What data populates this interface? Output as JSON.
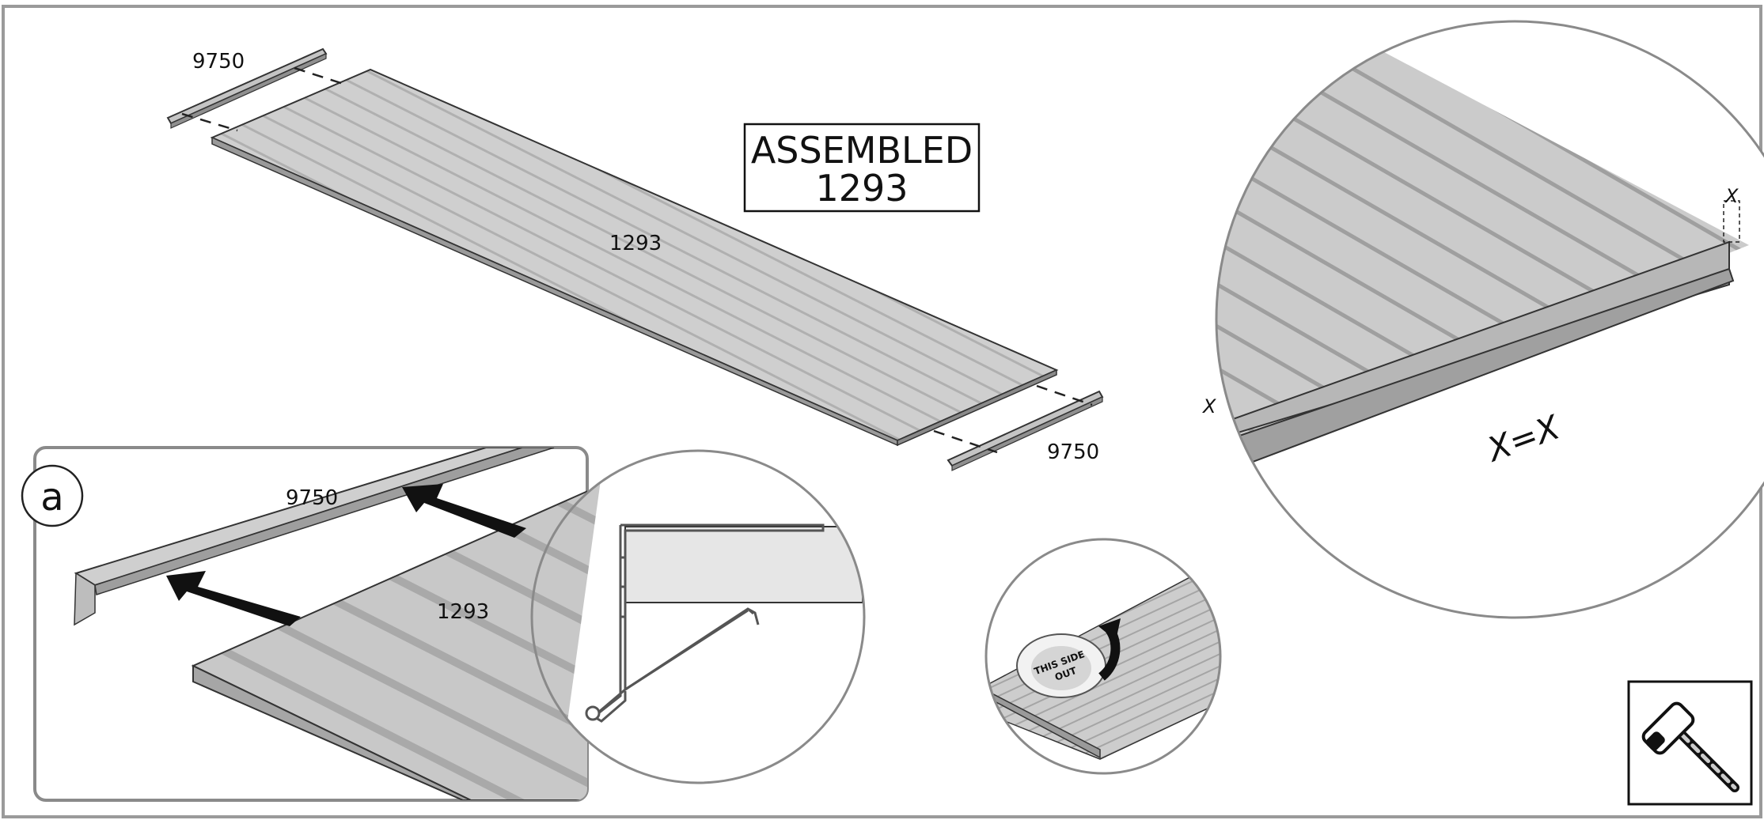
{
  "labels": {
    "top_profile": "9750",
    "main_panel": "1293",
    "bottom_profile": "9750",
    "detail_profile": "9750",
    "detail_panel": "1293",
    "equality": "X=X",
    "x_left": "X",
    "x_right": "X"
  },
  "title_box": {
    "line1": "ASSEMBLED",
    "line2": "1293"
  },
  "detail_a_letter": "a",
  "sticker": {
    "line1": "THIS SIDE",
    "line2": "OUT"
  },
  "tool_icon": "mallet-icon"
}
